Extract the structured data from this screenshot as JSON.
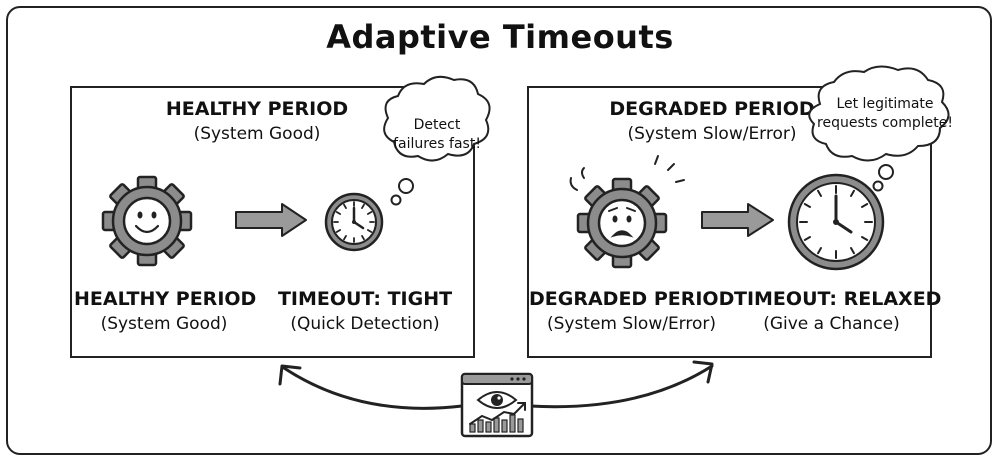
{
  "title": "Adaptive Timeouts",
  "healthy": {
    "heading": "HEALTHY PERIOD",
    "heading_sub": "(System Good)",
    "thought_line1": "Detect",
    "thought_line2": "failures fast!",
    "gear_label": "HEALTHY PERIOD",
    "gear_sub": "(System Good)",
    "timeout_label": "TIMEOUT: TIGHT",
    "timeout_sub": "(Quick Detection)",
    "gear_icon": "happy-gear-icon",
    "clock_icon": "clock-icon"
  },
  "degraded": {
    "heading": "DEGRADED PERIOD",
    "heading_sub": "(System Slow/Error)",
    "thought_line1": "Let legitimate",
    "thought_line2": "requests complete!",
    "gear_label": "DEGRADED PERIOD",
    "gear_sub": "(System Slow/Error)",
    "timeout_label": "TIMEOUT: RELAXED",
    "timeout_sub": "(Give a Chance)",
    "gear_icon": "worried-gear-icon",
    "clock_icon": "clock-icon"
  },
  "monitor_icon": "monitoring-eye-chart-icon",
  "colors": {
    "gear": "#8c8c8c",
    "ink": "#222222",
    "arrow": "#9a9a9a"
  }
}
